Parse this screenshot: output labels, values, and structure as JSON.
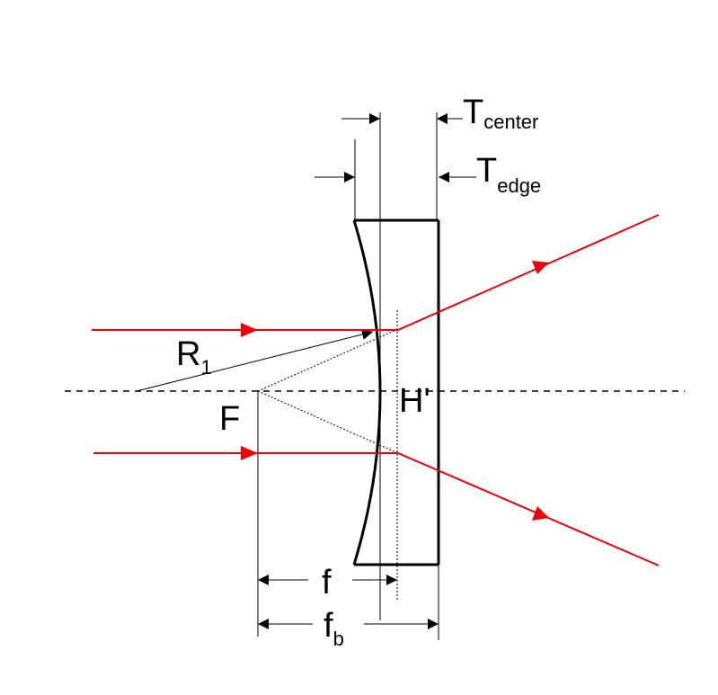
{
  "labels": {
    "t_center_main": "T",
    "t_center_sub": "center",
    "t_edge_main": "T",
    "t_edge_sub": "edge",
    "r1_main": "R",
    "r1_sub": "1",
    "focal_point": "F",
    "principal_plane": "H'",
    "focal_length": "f",
    "back_focal_main": "f",
    "back_focal_sub": "b"
  },
  "colors": {
    "ray": "#e8000b",
    "line": "#000000"
  }
}
